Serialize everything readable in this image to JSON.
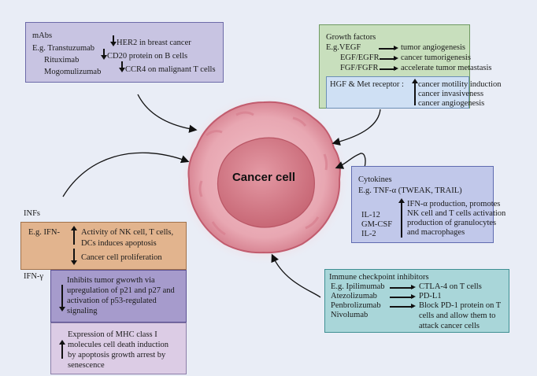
{
  "center": {
    "label": "Cancer cell"
  },
  "mabs": {
    "title": "mAbs",
    "rows": [
      {
        "drug": "E.g. Transtuzumab",
        "effect": "HER2 in breast cancer",
        "direction": "down"
      },
      {
        "drug": "Rituximab",
        "effect": "CD20 protein on B cells",
        "direction": "down"
      },
      {
        "drug": "Mogomulizumab",
        "effect": "CCR4 on malignant T cells",
        "direction": "down"
      }
    ]
  },
  "growth_factors": {
    "title": "Growth factors",
    "rows": [
      {
        "factor": "E.g.VEGF",
        "effect": "tumor angiogenesis"
      },
      {
        "factor": "EGF/EGFR",
        "effect": "cancer tumorigenesis"
      },
      {
        "factor": "FGF/FGFR",
        "effect": "accelerate tumor metastasis"
      }
    ],
    "hgf": {
      "label": "HGF & Met receptor :",
      "direction": "up",
      "effects": [
        "cancer motility induction",
        "cancer invasiveness",
        "cancer angiogenesis"
      ]
    }
  },
  "cytokines": {
    "title": "Cytokines",
    "example": "E.g. TNF-α (TWEAK, TRAIL)",
    "agents": [
      "IL-12",
      "GM-CSF",
      "IL-2"
    ],
    "direction": "up",
    "effects": [
      "IFN-α production, promotes",
      "NK cell and T cells activation",
      "production of granulocytes",
      "and macrophages"
    ]
  },
  "immune_checkpoint": {
    "title": "Immune checkpoint inhibitors",
    "drugs": [
      "E.g. Ipilimumab",
      "Atezolizumab",
      "Penbrolizumab",
      "Nivolumab"
    ],
    "targets": [
      "CTLA-4 on T cells",
      "PD-L1",
      "Block PD-1 protein on T",
      "cells and allow them to",
      "attack cancer cells"
    ]
  },
  "infs": {
    "title": "INFs",
    "example": "E.g. IFN-",
    "up_effect": [
      "Activity of NK cell, T cells,",
      "DCs induces apoptosis"
    ],
    "down_effect": "Cancer cell proliferation",
    "ifn_gamma": {
      "label": "IFN-γ",
      "down_effect": [
        "Inhibits tumor gwowth via",
        "upregulation of p21 and p27 and",
        "activation of p53-regulated",
        "signaling"
      ],
      "up_effect": [
        "Expression of MHC class I",
        "molecules cell death induction",
        "by apoptosis growth arrest by",
        "senescence"
      ]
    }
  }
}
